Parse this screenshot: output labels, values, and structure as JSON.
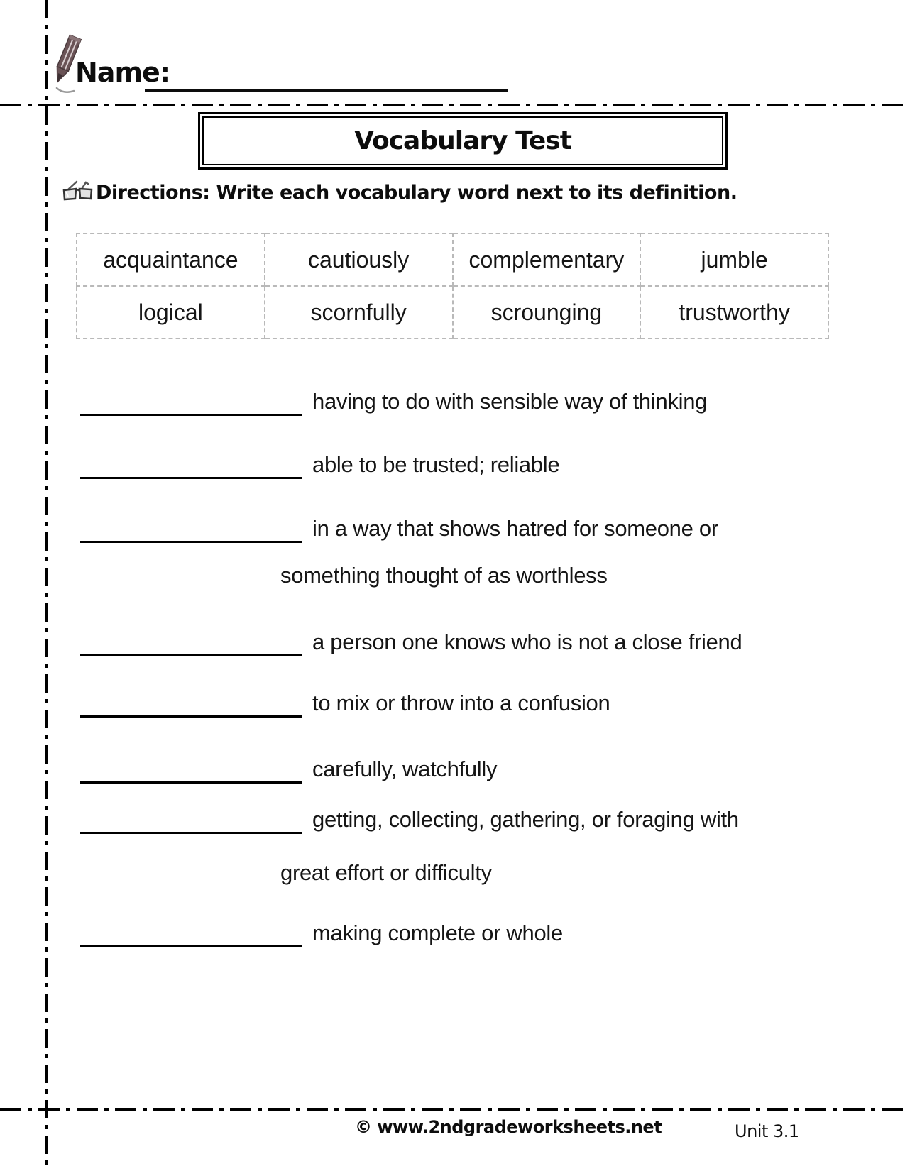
{
  "header": {
    "name_label": "Name:",
    "title": "Vocabulary Test",
    "directions": "Directions: Write each vocabulary word next to its definition."
  },
  "icons": {
    "pencil": "pencil-icon",
    "glasses": "eyeglasses-icon"
  },
  "word_bank": [
    [
      "acquaintance",
      "cautiously",
      "complementary",
      "jumble"
    ],
    [
      "logical",
      "scornfully",
      "scrounging",
      "trustworthy"
    ]
  ],
  "definitions": [
    {
      "text": "having to do with sensible way of thinking",
      "blank": true
    },
    {
      "text": "able to be trusted; reliable",
      "blank": true
    },
    {
      "text": "in a way that shows hatred for someone or",
      "blank": true
    },
    {
      "text": "something thought of as worthless",
      "blank": false
    },
    {
      "text": "a person one knows who is not a close friend",
      "blank": true
    },
    {
      "text": "to mix or throw into a confusion",
      "blank": true
    },
    {
      "text": "carefully, watchfully",
      "blank": true
    },
    {
      "text": "getting, collecting, gathering, or foraging with",
      "blank": true
    },
    {
      "text": "great effort or difficulty",
      "blank": false
    },
    {
      "text": "making complete or whole",
      "blank": true
    }
  ],
  "footer": {
    "copyright": "© www.2ndgradeworksheets.net",
    "unit": "Unit 3.1"
  },
  "colors": {
    "text": "#111111",
    "pencil_body": "#6a5356",
    "table_border": "#b9b9b9",
    "accent": "#000000"
  }
}
